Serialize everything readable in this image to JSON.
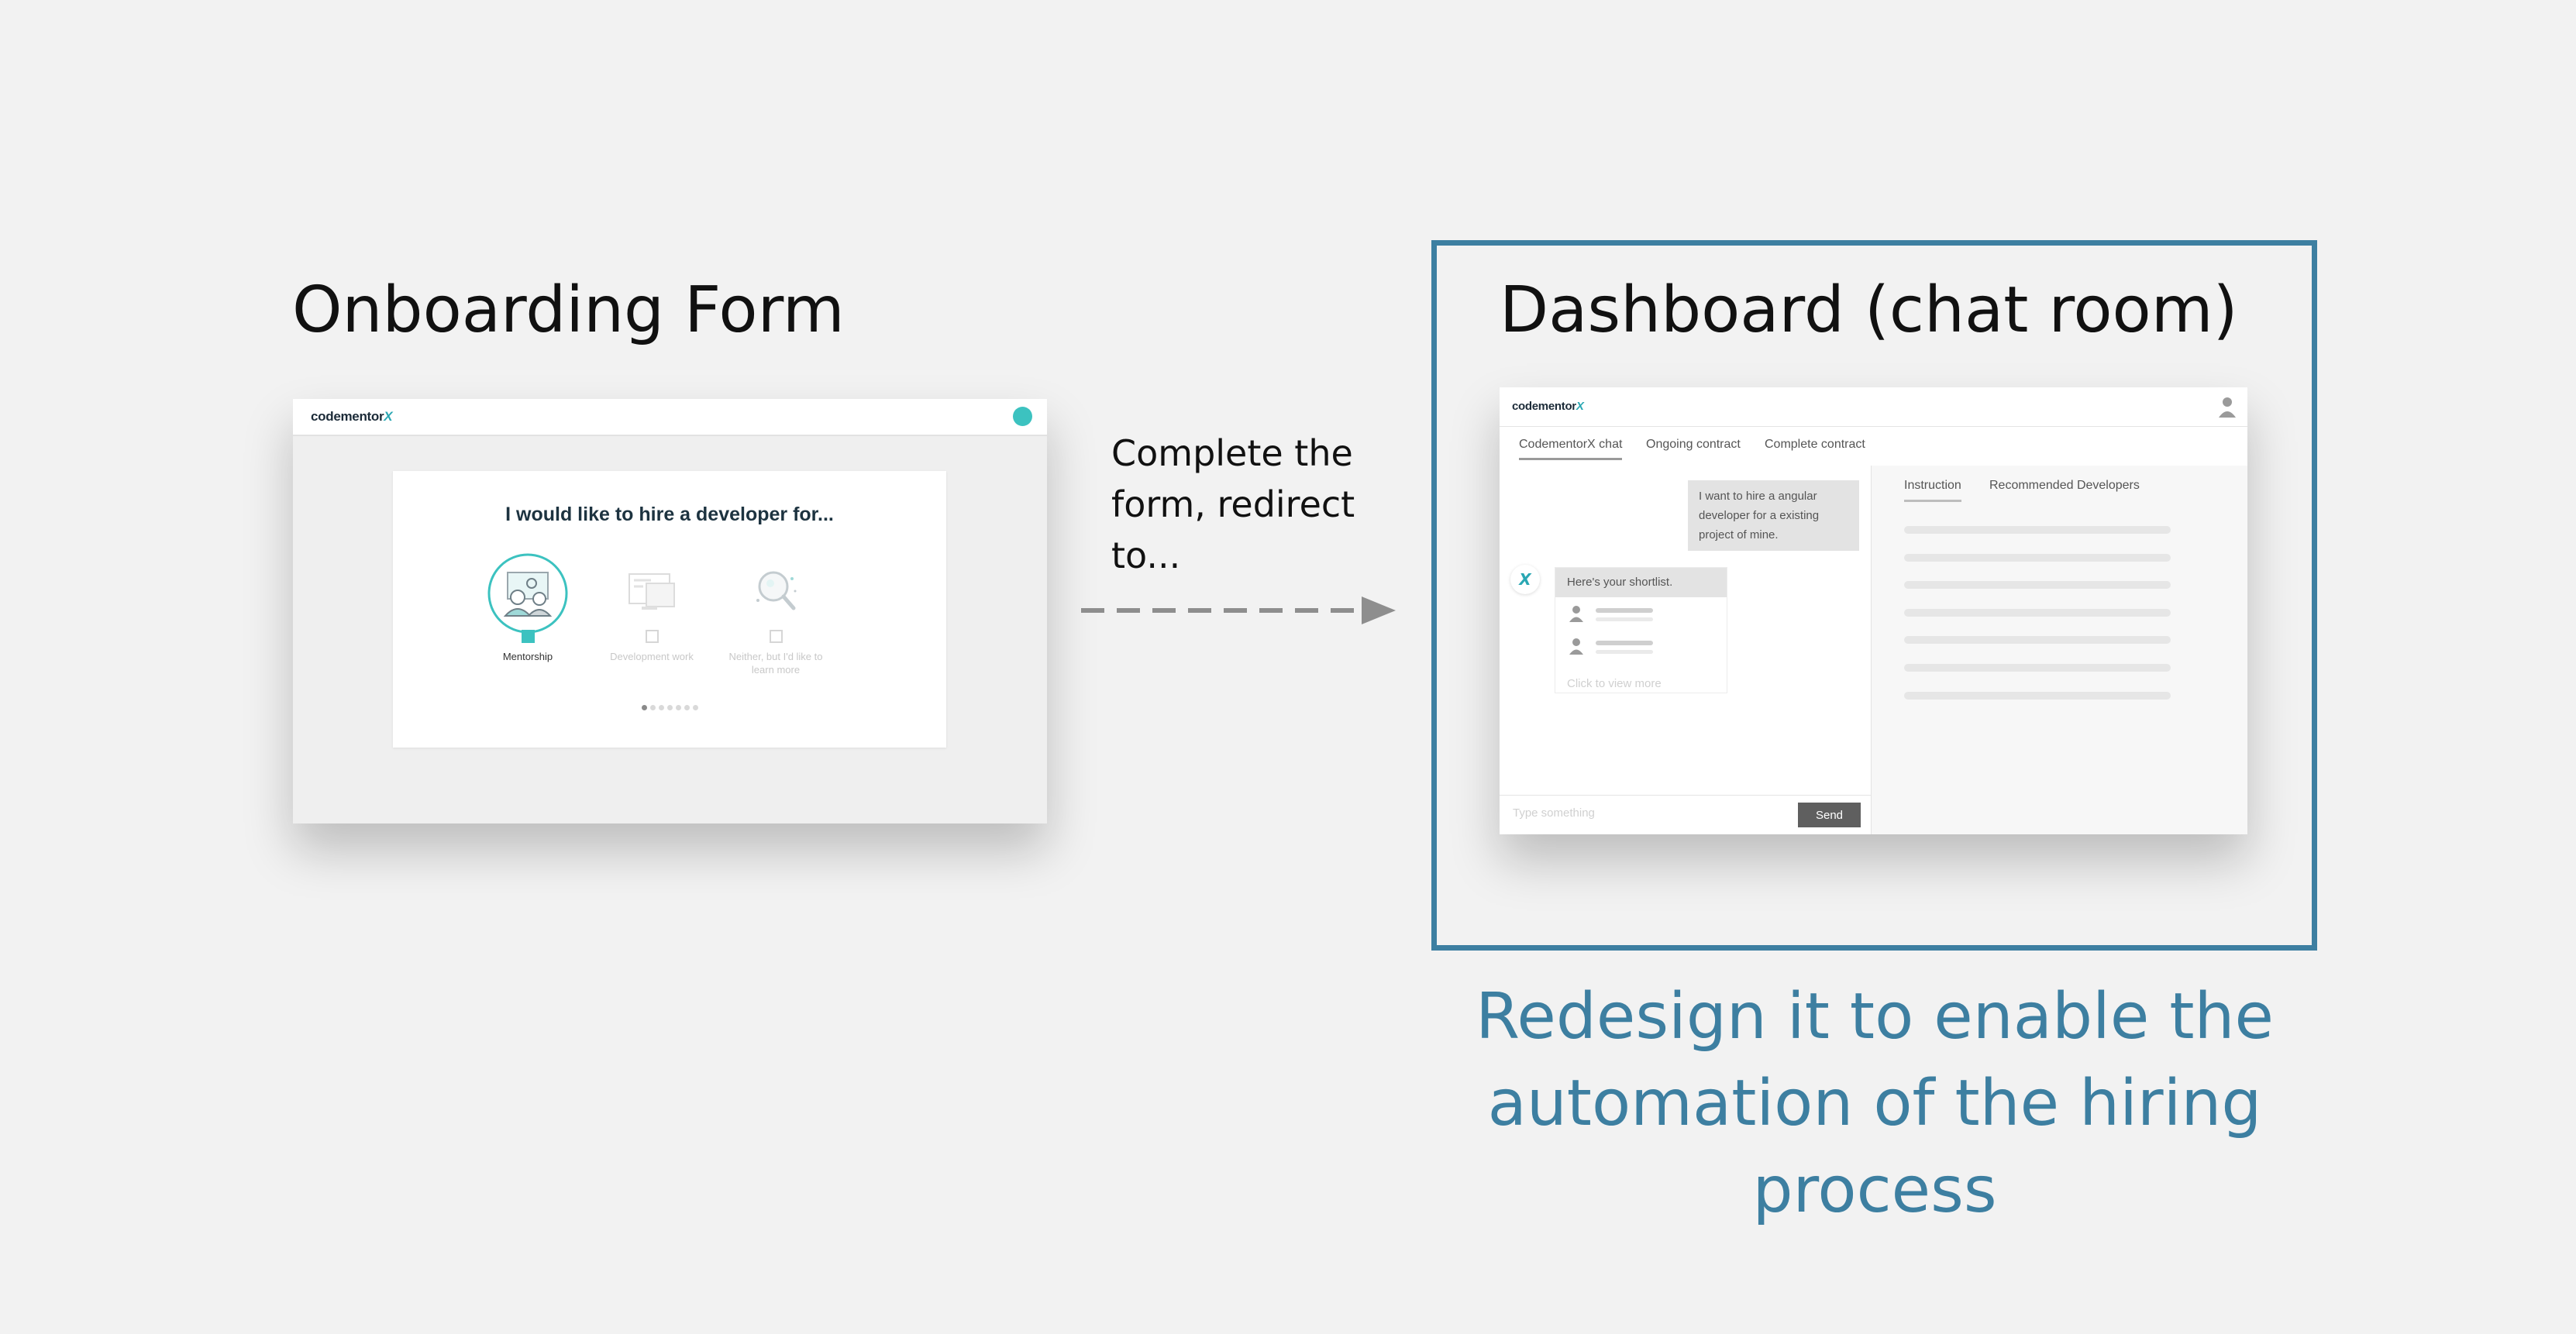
{
  "left": {
    "title": "Onboarding Form",
    "app_logo": "codementor",
    "app_logo_accent": "X",
    "question": "I would like to hire a developer for...",
    "options": [
      {
        "label": "Mentorship",
        "selected": true,
        "icon": "mentorship-icon"
      },
      {
        "label": "Development work",
        "selected": false,
        "icon": "monitor-icon"
      },
      {
        "label": "Neither, but I'd like to learn more",
        "selected": false,
        "icon": "magnifier-icon"
      }
    ],
    "pager": {
      "total": 7,
      "active": 1
    }
  },
  "arrow": {
    "caption": "Complete the form, redirect to..."
  },
  "right": {
    "title": "Dashboard (chat room)",
    "app_logo": "codementor",
    "app_logo_accent": "X",
    "tabs": [
      "CodementorX chat",
      "Ongoing contract",
      "Complete contract"
    ],
    "active_tab": "CodementorX chat",
    "user_message": "I want to hire a angular developer for a existing project of mine.",
    "bot_avatar_letter": "X",
    "bot_message": "Here's your shortlist.",
    "view_more": "Click to view more",
    "input_placeholder": "Type something",
    "send_label": "Send",
    "side_tabs": [
      "Instruction",
      "Recommended Developers"
    ],
    "active_side_tab": "Instruction"
  },
  "caption": "Redesign it to enable the automation of the hiring process",
  "colors": {
    "accent_teal": "#3cc2c0",
    "frame_blue": "#3d7fa1",
    "background": "#f2f2f2"
  }
}
